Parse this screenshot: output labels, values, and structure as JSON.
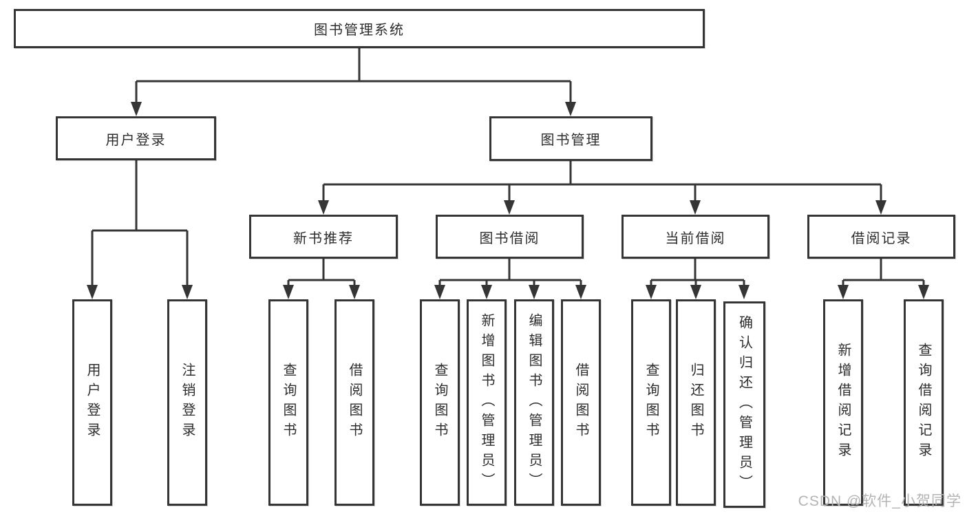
{
  "diagram": {
    "root_label": "图书管理系统",
    "branches": [
      {
        "label": "用户登录",
        "children": [
          "用户登录",
          "注销登录"
        ]
      },
      {
        "label": "图书管理",
        "groups": [
          {
            "label": "新书推荐",
            "children": [
              "查询图书",
              "借阅图书"
            ]
          },
          {
            "label": "图书借阅",
            "children": [
              "查询图书",
              "新增图书（管理员）",
              "编辑图书（管理员）",
              "借阅图书"
            ]
          },
          {
            "label": "当前借阅",
            "children": [
              "查询图书",
              "归还图书",
              "确认归还（管理员）"
            ]
          },
          {
            "label": "借阅记录",
            "children": [
              "新增借阅记录",
              "查询借阅记录"
            ]
          }
        ]
      }
    ]
  },
  "watermark": {
    "text": "CSDN @软件_小贺同学"
  },
  "colors": {
    "line": "#353535",
    "box_border": "#353535",
    "text": "#2d2d2d",
    "watermark": "#b4b4b4",
    "background": "#ffffff"
  }
}
